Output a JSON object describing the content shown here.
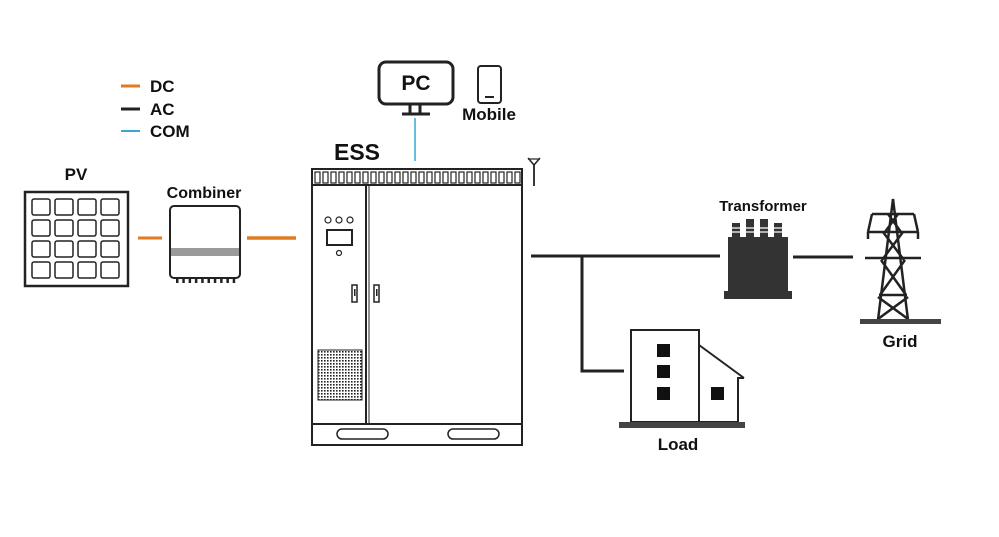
{
  "legend": {
    "items": [
      {
        "label": "DC",
        "color": "#e07b22"
      },
      {
        "label": "AC",
        "color": "#222222"
      },
      {
        "label": "COM",
        "color": "#3ba6d6"
      }
    ]
  },
  "components": {
    "pc": "PC",
    "mobile": "Mobile",
    "ess": "ESS",
    "pv": "PV",
    "combiner": "Combiner",
    "transformer": "Transformer",
    "grid": "Grid",
    "load": "Load"
  },
  "colors": {
    "dc": "#e07b22",
    "ac": "#222222",
    "com": "#3ba6d6",
    "outline": "#222222",
    "transformer_body": "#333333",
    "combiner_band": "#9a9a9a"
  }
}
